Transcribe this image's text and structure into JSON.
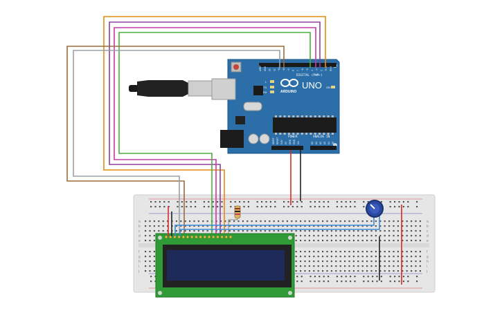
{
  "board": {
    "logo": "ARDUINO",
    "model": "UNO",
    "digital_label": "DIGITAL (PWM~)",
    "power_label": "POWER",
    "analog_label": "ANALOG IN",
    "on_label": "ON",
    "led_labels": [
      "L",
      "TX",
      "RX"
    ],
    "digital_pins": [
      "AREF",
      "GND",
      "13",
      "12",
      "~11",
      "~10",
      "~9",
      "8",
      "7",
      "~6",
      "~5",
      "4",
      "~3",
      "2",
      "TX 1",
      "RX 0"
    ],
    "power_pins": [
      "IOREF",
      "RESET",
      "3.3V",
      "5V",
      "GND",
      "GND",
      "Vin"
    ],
    "analog_pins": [
      "A0",
      "A1",
      "A2",
      "A3",
      "A4",
      "A5"
    ]
  },
  "breadboard": {
    "row_letters_top": [
      "a",
      "b",
      "c",
      "d",
      "e"
    ],
    "row_letters_bottom": [
      "f",
      "g",
      "h",
      "i",
      "j"
    ]
  },
  "colors": {
    "board_blue": "#2b6ea8",
    "breadboard": "#e6e6e6",
    "lcd_pcb": "#2f9a36",
    "lcd_screen": "#1d2a5a",
    "wire_orange": "#e38b14",
    "wire_purple": "#8d3f9c",
    "wire_magenta": "#c43aa8",
    "wire_green": "#4cae3c",
    "wire_brown": "#9a6a3c",
    "wire_gray": "#9aa0a6",
    "wire_red": "#d42a2a",
    "wire_black": "#222222",
    "wire_blue": "#3c8ad8"
  },
  "icons": [
    "usb-cable-icon",
    "potentiometer-icon",
    "resistor-icon",
    "reset-button-icon",
    "infinity-logo-icon"
  ]
}
